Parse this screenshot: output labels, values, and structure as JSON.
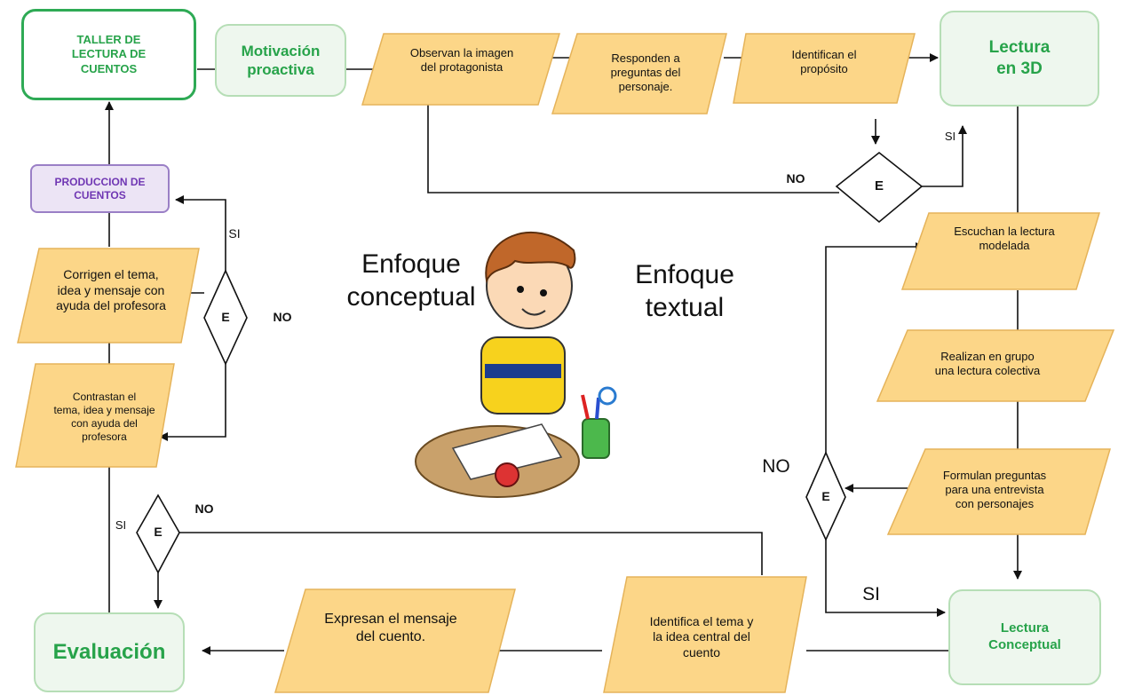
{
  "boxes": {
    "taller": "TALLER DE\nLECTURA DE\nCUENTOS",
    "motivacion": "Motivación\nproactiva",
    "lectura3d": "Lectura\nen 3D",
    "produccion": "PRODUCCION DE\nCUENTOS",
    "evaluacion": "Evaluación",
    "lectura_conceptual": "Lectura\nConceptual"
  },
  "steps": {
    "observan": "Observan la imagen\ndel protagonista",
    "responden": "Responden a\npreguntas del\npersonaje.",
    "identifican": "Identifican  el\npropósito",
    "escuchan": "Escuchan  la lectura\nmodelada",
    "realizan": "Realizan en grupo\nuna lectura  colectiva",
    "formulan": "Formulan  preguntas\npara una entrevista\ncon personajes",
    "identifica_tema": "Identifica el tema y\nla idea central del\ncuento",
    "expresan": "Expresan el mensaje\ndel cuento.",
    "corrigen": "Corrigen el tema,\nidea y mensaje  con\nayuda del profesora",
    "contrastan": "Contrastan  el\ntema, idea y mensaje\ncon ayuda del\nprofesora"
  },
  "decisions": {
    "letter": "E"
  },
  "edge_labels": {
    "si_top": "SI",
    "no_top": "NO",
    "si_left": "SI",
    "no_left": "NO",
    "no_right": "NO",
    "si_right": "SI",
    "si_bottom": "SI",
    "no_bottom": "NO"
  },
  "center_text": {
    "enfoque_conceptual": "Enfoque\nconceptual",
    "enfoque_textual": "Enfoque\ntextual"
  },
  "colors": {
    "parallelogram_fill": "#fcd688",
    "parallelogram_stroke": "#e5b35a",
    "green": "#27a34a",
    "purple": "#6f36b3",
    "line": "#111111"
  }
}
